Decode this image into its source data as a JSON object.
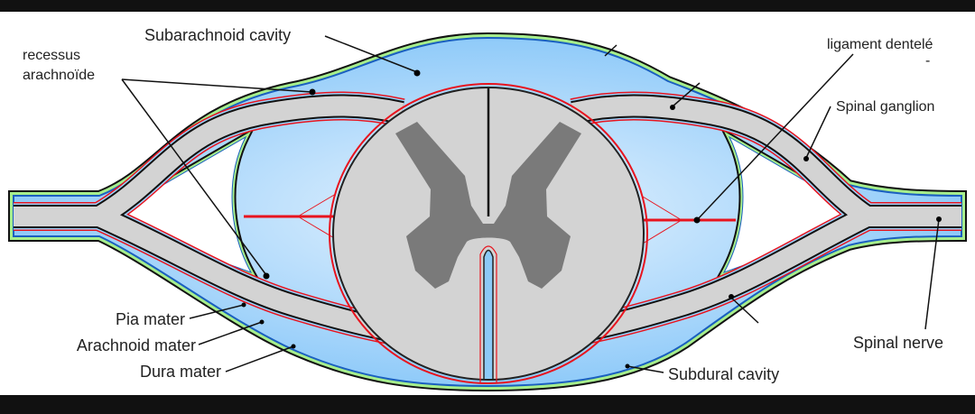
{
  "labels": {
    "subarachnoid_cavity": "Subarachnoid cavity",
    "recessus_line1": "recessus",
    "recessus_line2": "arachnoïde",
    "ligament_dentele": "ligament dentelé",
    "ligament_dash": "-",
    "spinal_ganglion": "Spinal ganglion",
    "pia_mater": "Pia mater",
    "arachnoid_mater": "Arachnoid mater",
    "dura_mater": "Dura mater",
    "subdural_cavity": "Subdural cavity",
    "spinal_nerve": "Spinal nerve"
  },
  "colors": {
    "dura": "#a6ee8c",
    "subarachnoid": "#8ccaf8",
    "arachnoid_line": "#1a5fc0",
    "pia_line": "#e8141e",
    "white_matter": "#d3d3d3",
    "gray_matter": "#7a7a7a"
  }
}
